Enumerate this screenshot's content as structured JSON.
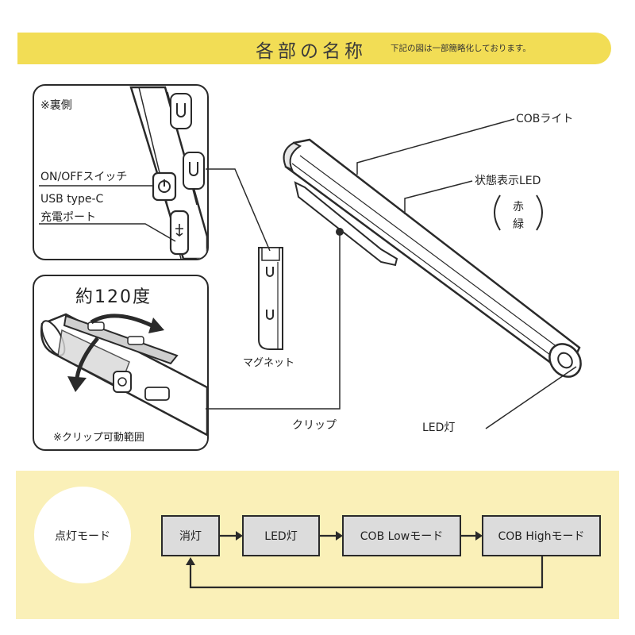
{
  "header": {
    "title": "各部の名称",
    "note": "下記の図は一部簡略化しております。"
  },
  "back_panel": {
    "title": "※裏側",
    "onoff_label": "ON/OFFスイッチ",
    "usb_label_1": "USB type-C",
    "usb_label_2": "充電ポート"
  },
  "clip_panel": {
    "angle_label": "約120度",
    "note": "※クリップ可動範囲"
  },
  "labels": {
    "cob_light": "COBライト",
    "status_led": "状態表示LED",
    "status_red": "赤",
    "status_green": "緑",
    "magnet": "マグネット",
    "clip": "クリップ",
    "led_lamp": "LED灯"
  },
  "modes": {
    "title": "点灯モード",
    "items": [
      {
        "label": "消灯"
      },
      {
        "label": "LED灯"
      },
      {
        "label": "COB Lowモード"
      },
      {
        "label": "COB Highモード"
      }
    ]
  },
  "colors": {
    "header_yellow": "#f2dd55",
    "band_yellow": "#faf0b8",
    "mode_box_gray": "#dcdcdc",
    "outline": "#2a2a2a"
  }
}
